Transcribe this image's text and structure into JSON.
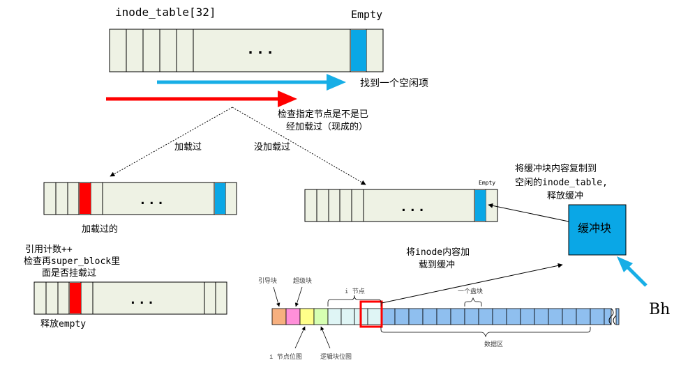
{
  "top_title": "inode_table[32]",
  "top_empty": "Empty",
  "dots": "...",
  "find_free": "找到一个空闲项",
  "check_line1": "检查指定节点是不是已",
  "check_line2": "经加载过（现成的）",
  "loaded": "加载过",
  "not_loaded": "没加载过",
  "loaded_label": "加载过的",
  "small_empty": "Empty",
  "ref_line1": "引用计数++",
  "ref_line2": "检查再super_block里",
  "ref_line3": "面是否挂载过",
  "release_empty": "释放empty",
  "copy_line1": "将缓冲块内容复制到",
  "copy_line2": "空闲的inode_table,",
  "copy_line3": "释放缓冲",
  "buffer_block": "缓冲块",
  "load_line1": "将inode内容加",
  "load_line2": "载到缓冲",
  "boot_block": "引导块",
  "super_block": "超级块",
  "inode_label": "i 节点",
  "one_block": "一个盘块",
  "inode_bitmap": "i 节点位图",
  "logic_bitmap": "逻辑块位图",
  "data_area": "数据区",
  "side_text": "Bh",
  "colors": {
    "table_fill": "#eef2e4",
    "blue": "#0aa7e6",
    "red": "#ff0000",
    "arrow_blue": "#17aee6",
    "disk_blue": "#8fbfef",
    "inode_cyan": "#dff5f5",
    "boot": "#f7b07f",
    "super": "#ff8fd9",
    "ibitmap": "#ffff8a",
    "lbitmap": "#d6ffb2"
  }
}
